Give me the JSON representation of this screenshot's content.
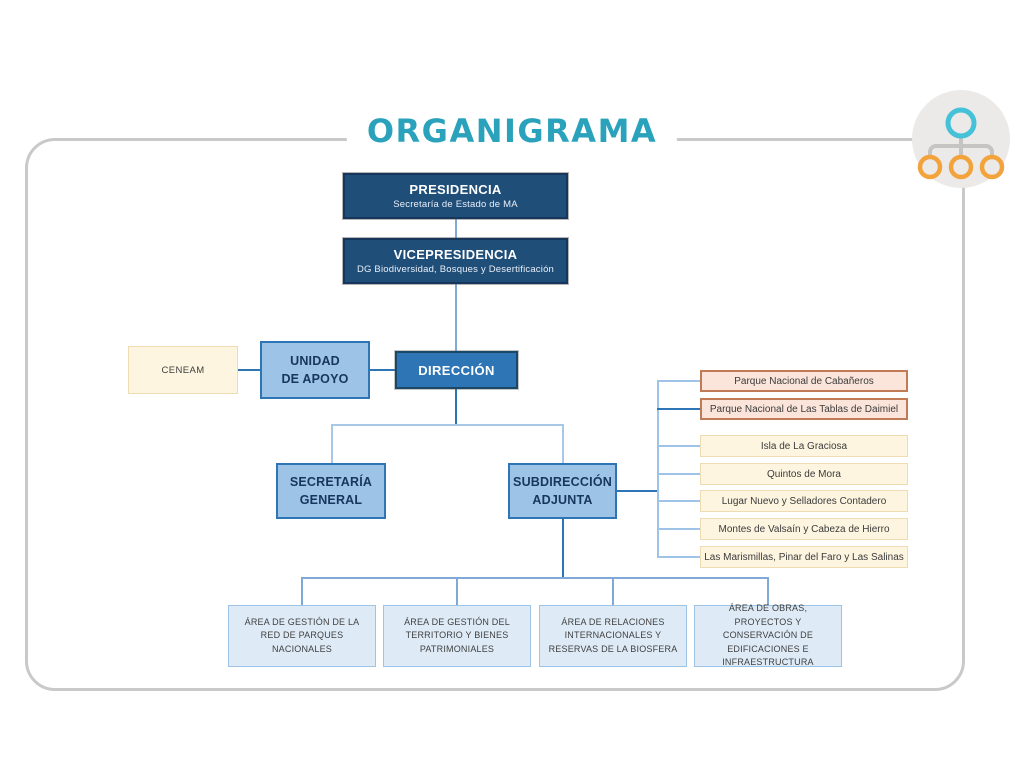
{
  "title": "ORGANIGRAMA",
  "icon": {
    "name": "org-chart-icon"
  },
  "colors": {
    "accent_teal": "#2aa2bb",
    "navy": "#1f4e79",
    "mid_blue": "#2e75b6",
    "light_blue": "#9dc3e6",
    "pale_blue": "#deebf7",
    "cream": "#fdf5e0",
    "peach": "#fbe5da",
    "peach_border": "#c07a55",
    "frame_gray": "#c9c9c9",
    "badge_cyan": "#45c1d8",
    "badge_orange": "#f2a33c"
  },
  "org": {
    "presidencia": {
      "title": "PRESIDENCIA",
      "subtitle": "Secretaría de Estado de MA"
    },
    "vicepresidencia": {
      "title": "VICEPRESIDENCIA",
      "subtitle": "DG Biodiversidad, Bosques y Desertificación"
    },
    "ceneam": {
      "label": "CENEAM"
    },
    "unidad_apoyo": {
      "line1": "UNIDAD",
      "line2": "DE APOYO"
    },
    "direccion": {
      "label": "DIRECCIÓN"
    },
    "secretaria_general": {
      "line1": "SECRETARÍA",
      "line2": "GENERAL"
    },
    "subdireccion_adjunta": {
      "line1": "SUBDIRECCIÓN",
      "line2": "ADJUNTA"
    },
    "parques": [
      {
        "label": "Parque Nacional de Cabañeros"
      },
      {
        "label": "Parque Nacional de Las Tablas de Daimiel"
      },
      {
        "label": "Isla de La Graciosa"
      },
      {
        "label": "Quintos de Mora"
      },
      {
        "label": "Lugar Nuevo y Selladores Contadero"
      },
      {
        "label": "Montes de Valsaín y Cabeza de Hierro"
      },
      {
        "label": "Las Marismillas, Pinar del Faro y Las Salinas"
      }
    ],
    "areas": [
      {
        "label": "ÁREA DE GESTIÓN DE LA RED DE PARQUES NACIONALES"
      },
      {
        "label": "ÁREA DE GESTIÓN DEL TERRITORIO Y BIENES PATRIMONIALES"
      },
      {
        "label": "ÁREA DE RELACIONES INTERNACIONALES Y RESERVAS DE LA BIOSFERA"
      },
      {
        "label": "ÁREA DE OBRAS, PROYECTOS Y CONSERVACIÓN DE EDIFICACIONES E INFRAESTRUCTURA"
      }
    ]
  }
}
